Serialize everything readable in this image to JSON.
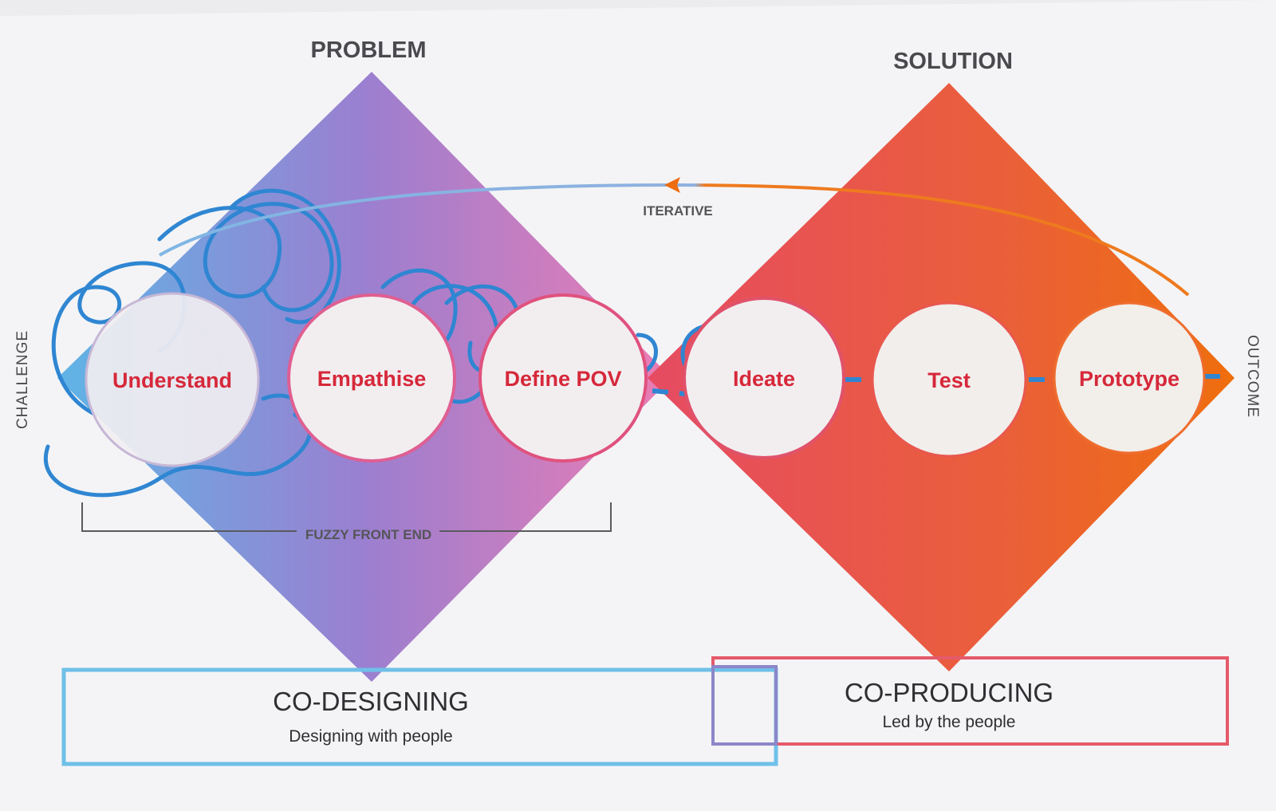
{
  "headings": {
    "problem": "PROBLEM",
    "solution": "SOLUTION"
  },
  "labels": {
    "iterative": "ITERATIVE",
    "fuzzy_front_end": "FUZZY FRONT END",
    "challenge": "CHALLENGE",
    "outcome": "OUTCOME"
  },
  "stages": [
    {
      "label": "Understand"
    },
    {
      "label": "Empathise"
    },
    {
      "label": "Define POV"
    },
    {
      "label": "Ideate"
    },
    {
      "label": "Test"
    },
    {
      "label": "Prototype"
    }
  ],
  "boxes": {
    "co_designing": {
      "title": "CO-DESIGNING",
      "subtitle": "Designing with people"
    },
    "co_producing": {
      "title": "CO-PRODUCING",
      "subtitle": "Led by the people"
    }
  },
  "colors": {
    "problem_left": "#5fb4e6",
    "problem_mid": "#9b7fd0",
    "problem_right": "#e77fb4",
    "solution_left": "#e65466",
    "solution_right": "#ee6d10",
    "stage_text": "#d6283a",
    "scribble": "#2f86d2",
    "co_designing_border": "#6fc0e8",
    "co_producing_border": "#e55a6a"
  }
}
